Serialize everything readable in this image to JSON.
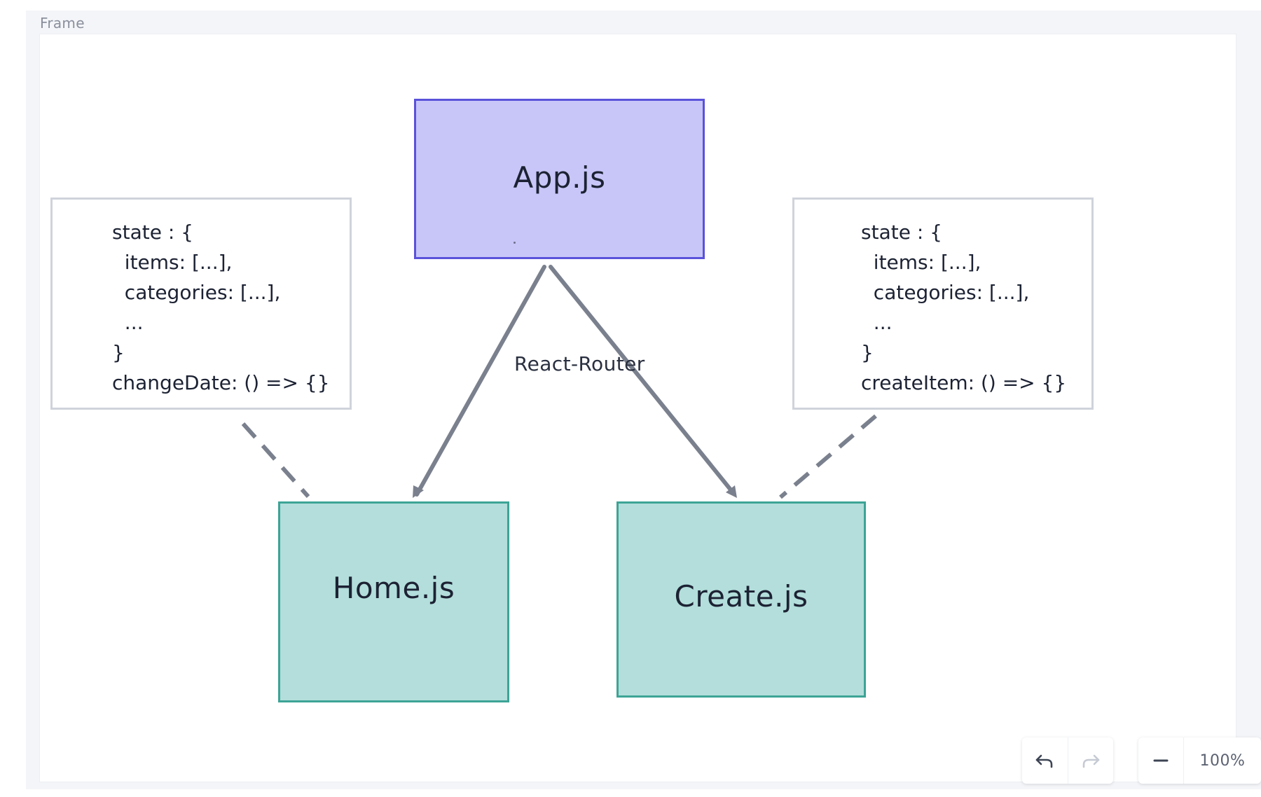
{
  "frame": {
    "label": "Frame"
  },
  "nodes": {
    "app": {
      "label": "App.js"
    },
    "home": {
      "label": "Home.js"
    },
    "create": {
      "label": "Create.js"
    }
  },
  "notes": {
    "left": [
      "state : {",
      "  items: [...],",
      "  categories: [...],",
      "  ...",
      "}",
      "changeDate: () => {}"
    ],
    "right": [
      "state : {",
      "  items: [...],",
      "  categories: [...],",
      "  ...",
      "}",
      "createItem: () => {}"
    ]
  },
  "edges": {
    "router_label": "React-Router"
  },
  "toolbar": {
    "undo_icon": "undo-icon",
    "redo_icon": "redo-icon",
    "zoom_out_icon": "minus-icon",
    "zoom_level": "100%"
  },
  "colors": {
    "app_fill": "#c8c6f8",
    "app_border": "#5b52db",
    "component_fill": "#b3dedb",
    "component_border": "#3da496",
    "connector": "#7a808d",
    "note_border": "#cfd3db"
  }
}
